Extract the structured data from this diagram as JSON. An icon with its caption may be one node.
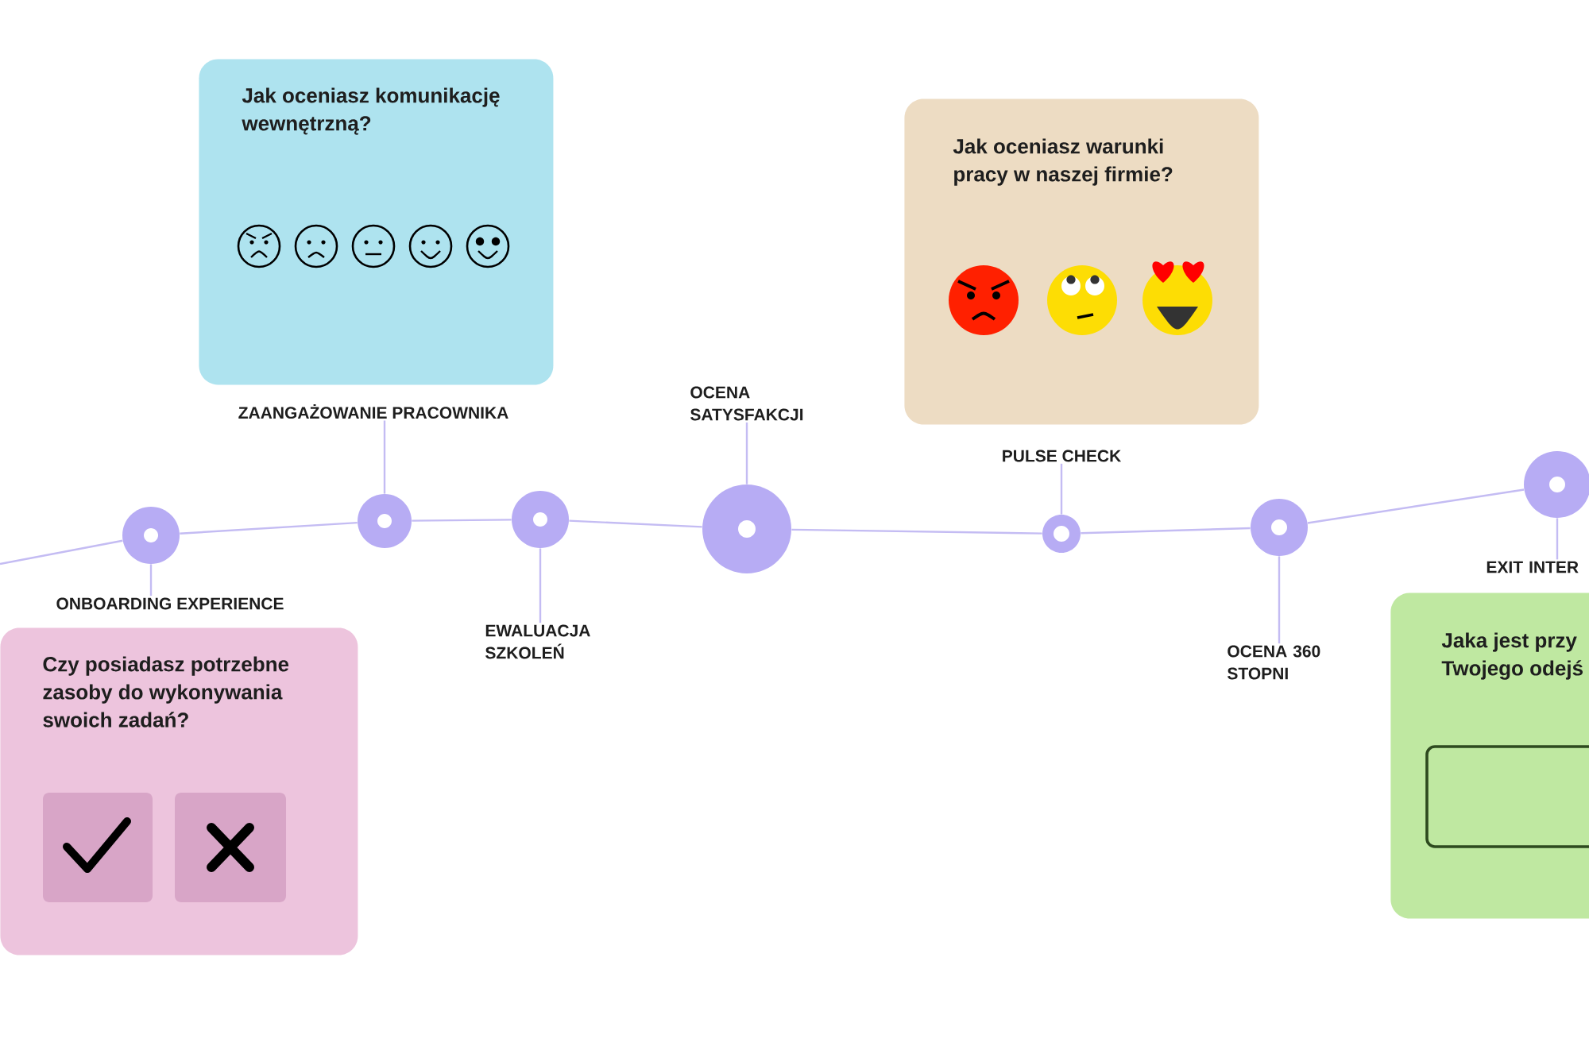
{
  "diagram": {
    "nodes": [
      {
        "text": [
          "Czy posiadasz potrzebne zasoby do wykonywania swoich zadań?"
        ]
      },
      {
        "text": [
          "ONBOARDING EXPERIENCE"
        ]
      },
      {
        "text": [],
        "shape": "circle"
      },
      {
        "text": [
          "Jak oceniasz komunikację wewnętrzną?"
        ]
      },
      {
        "text": [
          "ZAANGAŻOWANIE PRACOWNIKA"
        ]
      },
      {
        "text": [],
        "shape": "circle"
      },
      {
        "text": [],
        "shape": "circle"
      },
      {
        "text": [
          "EWALUACJA SZKOLEŃ"
        ]
      },
      {
        "text": [
          "OCENA SATYSFAKCJI"
        ]
      },
      {
        "text": [],
        "shape": "circle"
      },
      {
        "text": [
          "Jak oceniasz warunki pracy w naszej firmie?"
        ]
      },
      {
        "text": [
          "PULSE CHECK"
        ]
      },
      {
        "text": [],
        "shape": "circle"
      },
      {
        "text": [],
        "shape": "circle"
      },
      {
        "text": [
          "OCENA 360 STOPNI"
        ]
      },
      {
        "text": [],
        "shape": "circle"
      },
      {
        "text": [
          "EXIT INTER"
        ]
      },
      {
        "text": [
          "Jaka jest przy Twojego odejś"
        ]
      }
    ],
    "edges": [
      {
        "from": null,
        "to": 2,
        "arrow": "none"
      },
      {
        "from": 2,
        "to": 5,
        "arrow": "none"
      },
      {
        "from": 5,
        "to": 6,
        "arrow": "none"
      },
      {
        "from": 6,
        "to": 9,
        "arrow": "none"
      },
      {
        "from": 9,
        "to": 12,
        "arrow": "none"
      },
      {
        "from": 12,
        "to": 13,
        "arrow": "none"
      },
      {
        "from": 13,
        "to": 15,
        "arrow": "none"
      },
      {
        "from": 2,
        "to": 1,
        "arrow": "none"
      },
      {
        "from": 5,
        "to": 4,
        "arrow": "none"
      },
      {
        "from": 6,
        "to": 7,
        "arrow": "none"
      },
      {
        "from": 9,
        "to": 8,
        "arrow": "none"
      },
      {
        "from": 12,
        "to": 11,
        "arrow": "none"
      },
      {
        "from": 13,
        "to": 14,
        "arrow": "none"
      },
      {
        "from": 15,
        "to": 16,
        "arrow": "none"
      }
    ]
  }
}
